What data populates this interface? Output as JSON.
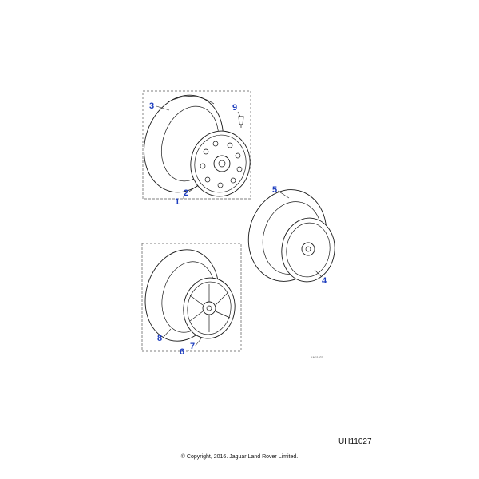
{
  "diagram": {
    "callouts": {
      "c1": "1",
      "c2": "2",
      "c3": "3",
      "c4": "4",
      "c5": "5",
      "c6": "6",
      "c7": "7",
      "c8": "8",
      "c9": "9"
    },
    "small_ref": "UH11027"
  },
  "footer": {
    "reference_code": "UH11027",
    "copyright": "© Copyright, 2016. Jaguar Land Rover Limited."
  }
}
